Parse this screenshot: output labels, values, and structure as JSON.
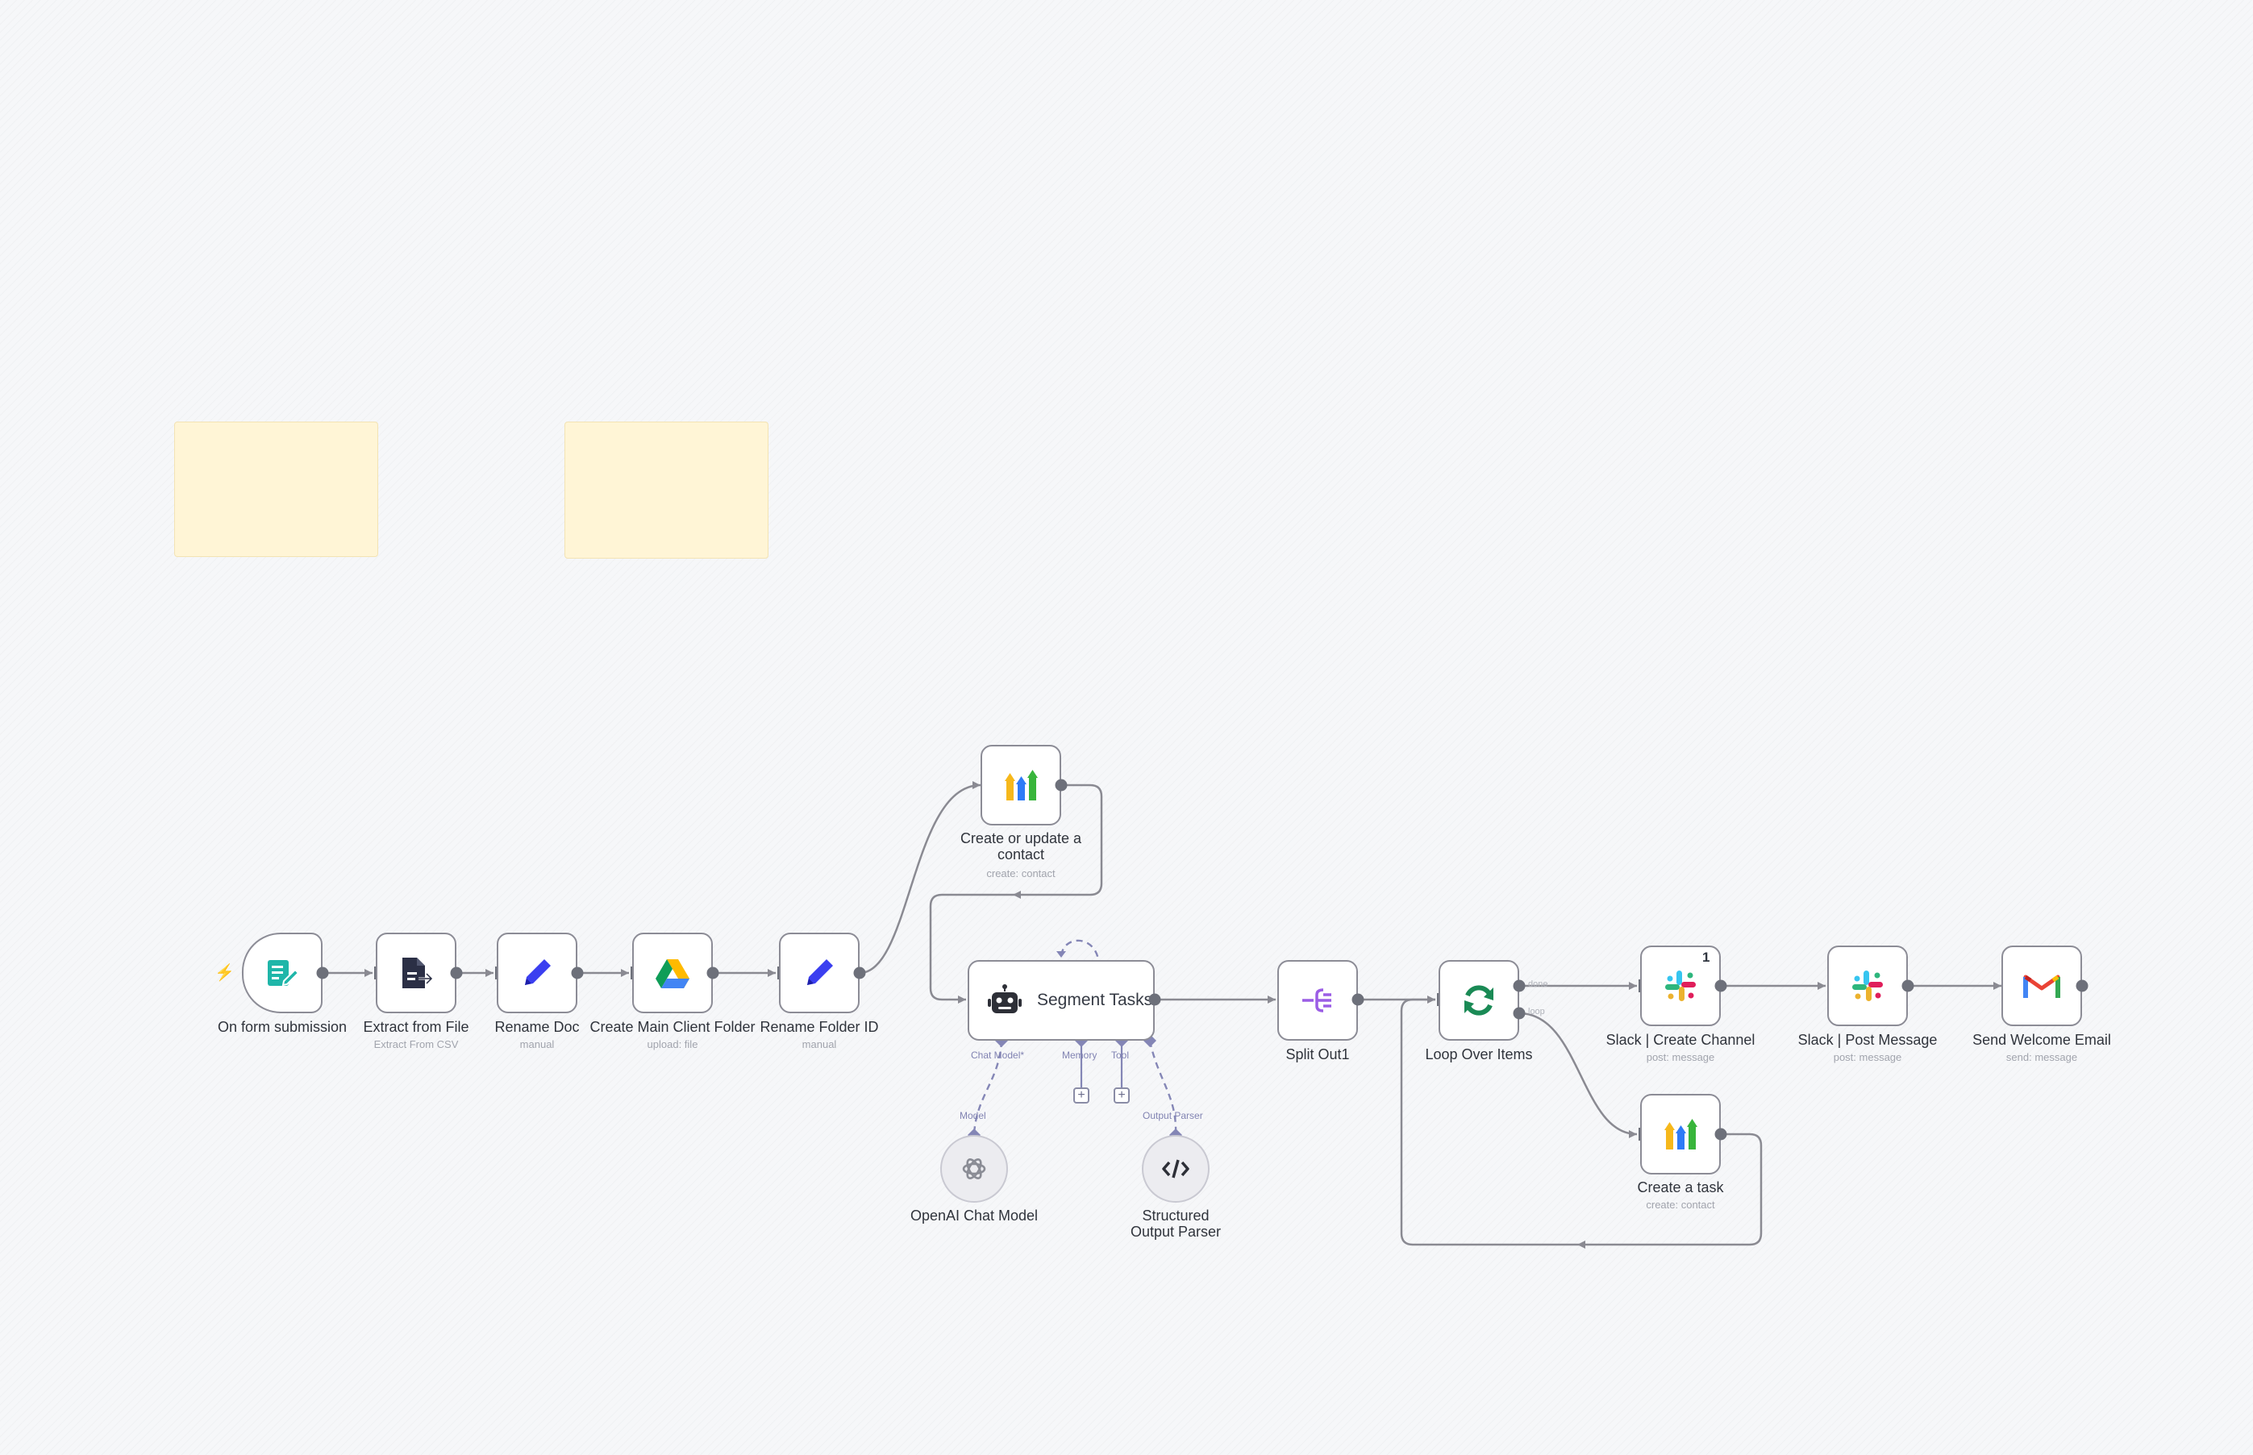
{
  "workflow": {
    "nodes": {
      "form_trigger": {
        "label": "On form submission",
        "icon": "form-icon",
        "color": "#1fb6a9"
      },
      "extract_file": {
        "label": "Extract from File",
        "sublabel": "Extract From CSV",
        "icon": "file-extract-icon",
        "color": "#2b2f45"
      },
      "rename_doc": {
        "label": "Rename Doc",
        "sublabel": "manual",
        "icon": "pencil-icon",
        "color": "#3b3ff0"
      },
      "create_folder": {
        "label": "Create Main Client Folder",
        "sublabel": "upload: file",
        "icon": "google-drive-icon"
      },
      "rename_folder": {
        "label": "Rename Folder ID",
        "sublabel": "manual",
        "icon": "pencil-icon",
        "color": "#3b3ff0"
      },
      "contact": {
        "label": "Create or update a contact",
        "sublabel": "create: contact",
        "icon": "gohighlevel-icon"
      },
      "segment": {
        "label": "Segment Tasks",
        "icon": "robot-icon"
      },
      "split": {
        "label": "Split Out1",
        "icon": "split-icon",
        "color": "#9b5de5"
      },
      "loop": {
        "label": "Loop Over Items",
        "icon": "loop-icon",
        "color": "#1a8a55"
      },
      "slack_create": {
        "label": "Slack | Create Channel",
        "sublabel": "post: message",
        "icon": "slack-icon",
        "badge": "1"
      },
      "slack_post": {
        "label": "Slack | Post Message",
        "sublabel": "post: message",
        "icon": "slack-icon"
      },
      "gmail": {
        "label": "Send Welcome Email",
        "sublabel": "send: message",
        "icon": "gmail-icon"
      },
      "task": {
        "label": "Create a task",
        "sublabel": "create: contact",
        "icon": "gohighlevel-icon"
      },
      "openai": {
        "label": "OpenAI Chat Model",
        "icon": "openai-icon"
      },
      "parser": {
        "label": "Structured Output Parser",
        "icon": "code-icon"
      }
    },
    "connectors": {
      "chat_model": "Chat Model*",
      "memory": "Memory",
      "tool": "Tool",
      "output_parser": "Output Parser",
      "model": "Model",
      "parser_in": "Output Parser"
    },
    "loop_outputs": {
      "done": "done",
      "loop": "loop"
    }
  }
}
